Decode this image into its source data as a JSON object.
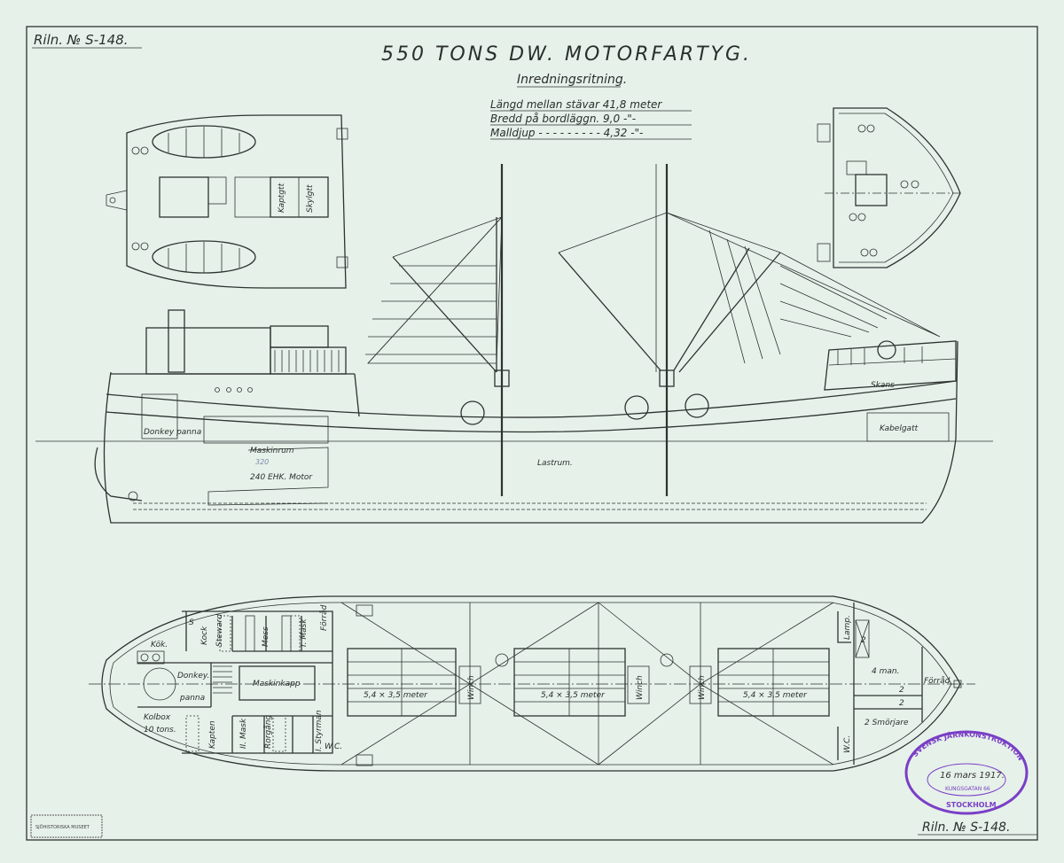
{
  "drawing_number_top": "Riln. № S-148.",
  "drawing_number_bottom": "Riln. № S-148.",
  "title": "550 TONS DW. MOTORFARTYG.",
  "subtitle": "Inredningsritning.",
  "specs": [
    "Längd mellan stävar 41,8 meter",
    "Bredd på bordläggn. 9,0 -\"-",
    "Malldjup - - - - - - - - - 4,32 -\"-"
  ],
  "poop_deck": {
    "labels": [
      "Kaptgtt",
      "Skylgtt"
    ]
  },
  "profile": {
    "labels": {
      "donkey": "Donkey panna",
      "maskinrum": "Maskinrum",
      "motor": "240 EHK. Motor",
      "motor_note": "320",
      "lastrum": "Lastrum.",
      "skans": "Skans",
      "kabelgatt": "Kabelgatt"
    }
  },
  "plan": {
    "aft_labels": {
      "kok": "Kök.",
      "kock": "Kock",
      "steward": "Steward",
      "mess": "Mess",
      "forsta_mask": "I. Mask",
      "forrad_aft": "Förråd",
      "donkey": "Donkey.",
      "panna": "panna",
      "maskinkapp": "Maskinkapp",
      "kolbox": "Kolbox",
      "kolbox_tons": "10 tons.",
      "kapten": "Kapten",
      "andra_mask": "II. Mask",
      "rorgang": "Rorgång",
      "forsta_styrman": "I. Styrman",
      "wc_aft": "W.C.",
      "s": "S"
    },
    "hatches": [
      "5,4 × 3,5 meter",
      "5,4 × 3,5 meter",
      "5,4 × 3,5 meter"
    ],
    "winches": [
      "Winch",
      "Winch",
      "Winch"
    ],
    "fore_labels": {
      "lamp": "Lamp.",
      "four_man": "4 man.",
      "forrad": "Förråd",
      "two_smorjare": "2 Smörjare",
      "wc": "W.C.",
      "two": "2",
      "n": "2"
    }
  },
  "stamp": {
    "top": "SVENSK JÄRNKONSTRUKTION",
    "date": "16 mars 1917.",
    "address": "KUNGSGATAN 66",
    "city": "STOCKHOLM"
  },
  "archive_stamp": "SJÖHISTORISKA MUSEET",
  "colors": {
    "paper": "#e6f1ea",
    "ink": "#2e3430",
    "stamp": "#7a3fc6"
  }
}
